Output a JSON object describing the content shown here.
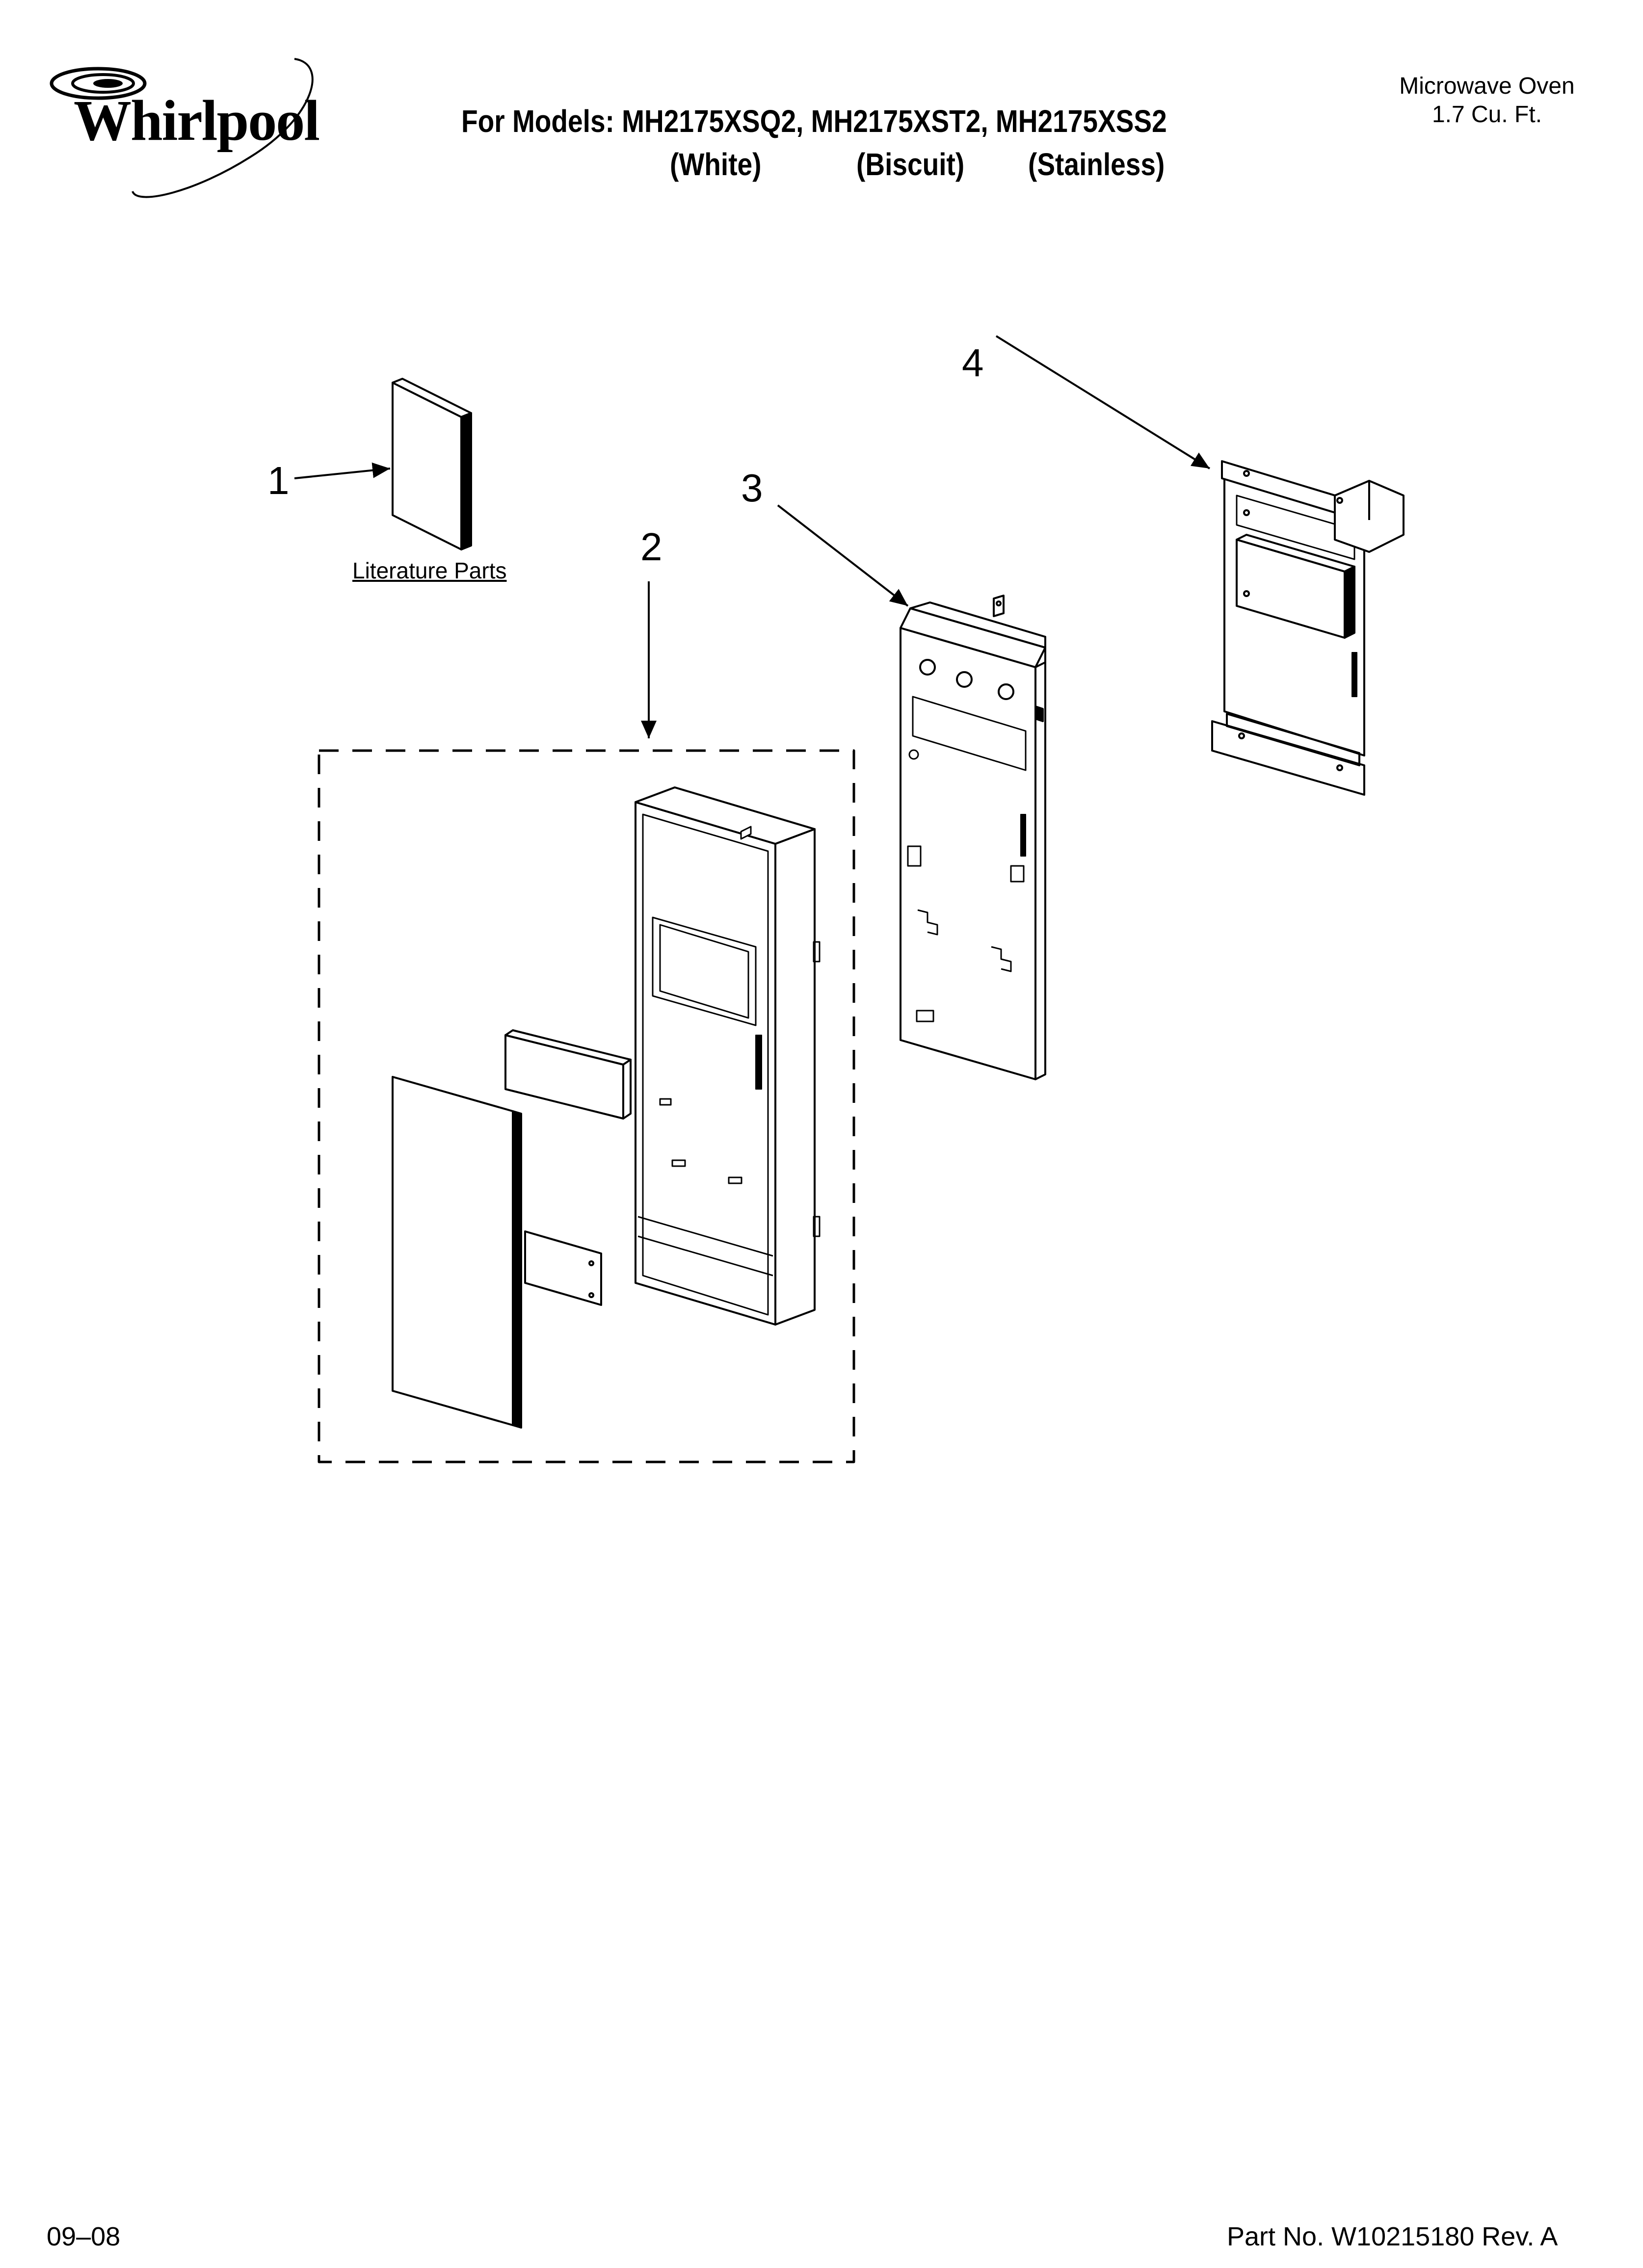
{
  "brand": {
    "name": "Whirlpool"
  },
  "header": {
    "models_line": "For Models: MH2175XSQ2, MH2175XST2, MH2175XSS2",
    "variants": [
      "(White)",
      "(Biscuit)",
      "(Stainless)"
    ],
    "product_line1": "Microwave Oven",
    "product_line2": "1.7 Cu. Ft."
  },
  "callouts": [
    {
      "number": "1",
      "label": "Literature Parts"
    },
    {
      "number": "2"
    },
    {
      "number": "3"
    },
    {
      "number": "4"
    }
  ],
  "footer": {
    "date_code": "09–08",
    "part_number": "Part No. W10215180 Rev. A"
  }
}
